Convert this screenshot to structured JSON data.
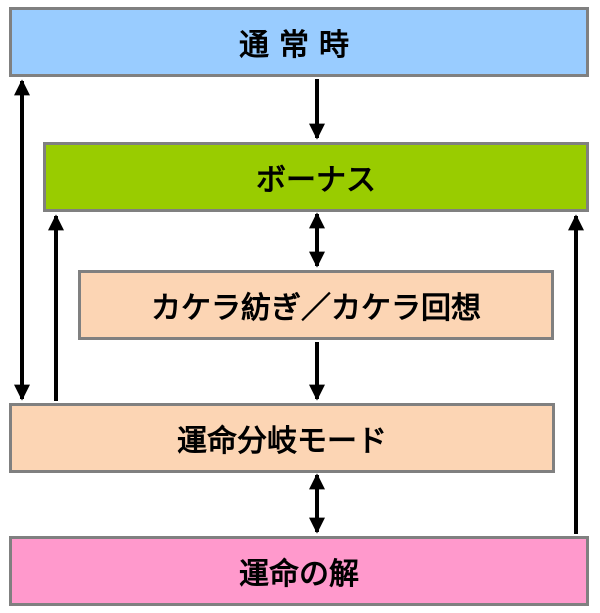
{
  "diagram": {
    "nodes": {
      "normal": "通常時",
      "bonus": "ボーナス",
      "kakera": "カケラ紡ぎ／カケラ回想",
      "fate_branch": "運命分岐モード",
      "fate_answer": "運命の解"
    },
    "colors": {
      "normal": "#99ccff",
      "bonus": "#99cc00",
      "kakera": "#fcd5b4",
      "fate_branch": "#fcd5b4",
      "fate_answer": "#ff99cc",
      "border": "#808080",
      "arrow": "#000000"
    },
    "edges": [
      {
        "from": "normal",
        "to": "bonus",
        "direction": "one-way"
      },
      {
        "from": "bonus",
        "to": "kakera",
        "direction": "two-way"
      },
      {
        "from": "kakera",
        "to": "fate_branch",
        "direction": "one-way"
      },
      {
        "from": "fate_branch",
        "to": "fate_answer",
        "direction": "two-way"
      },
      {
        "from": "normal",
        "to": "fate_branch",
        "direction": "two-way"
      },
      {
        "from": "fate_branch",
        "to": "bonus",
        "direction": "one-way"
      },
      {
        "from": "fate_answer",
        "to": "bonus",
        "direction": "one-way"
      }
    ]
  }
}
